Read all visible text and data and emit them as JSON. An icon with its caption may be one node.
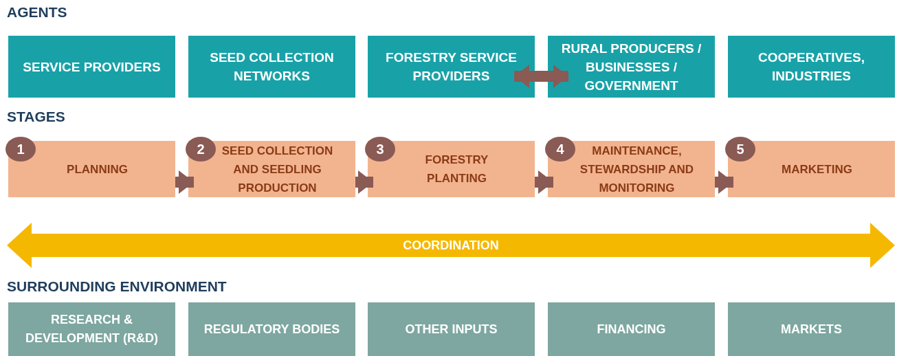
{
  "diagram": {
    "nodes": [
      {
        "text": [
          "SERVICE PROVIDERS"
        ]
      },
      {
        "text": [
          "SEED COLLECTION NETWORKS"
        ]
      },
      {
        "text": [
          "FORESTRY SERVICE PROVIDERS"
        ]
      },
      {
        "text": [
          "RURAL PRODUCERS / BUSINESSES / GOVERNMENT"
        ]
      },
      {
        "text": [
          "COOPERATIVES, INDUSTRIES"
        ]
      },
      {
        "text": [
          "1",
          "PLANNING"
        ]
      },
      {
        "text": [
          "2",
          "SEED COLLECTION AND SEEDLING PRODUCTION"
        ]
      },
      {
        "text": [
          "3",
          "FORESTRY PLANTING"
        ]
      },
      {
        "text": [
          "4",
          "MAINTENANCE, STEWARDSHIP AND MONITORING"
        ]
      },
      {
        "text": [
          "5",
          "MARKETING"
        ]
      },
      {
        "text": [
          "COORDINATION"
        ]
      },
      {
        "text": [
          "RESEARCH & DEVELOPMENT (R&D)"
        ]
      },
      {
        "text": [
          "REGULATORY BODIES"
        ]
      },
      {
        "text": [
          "OTHER INPUTS"
        ]
      },
      {
        "text": [
          "FINANCING"
        ]
      },
      {
        "text": [
          "MARKETS"
        ]
      }
    ],
    "edges": [
      {
        "from": 2,
        "to": 3,
        "arrow": "both"
      },
      {
        "from": 5,
        "to": 6,
        "arrow": "to"
      },
      {
        "from": 6,
        "to": 7,
        "arrow": "to"
      },
      {
        "from": 7,
        "to": 8,
        "arrow": "to"
      },
      {
        "from": 8,
        "to": 9,
        "arrow": "to"
      }
    ],
    "labels": [
      "AGENTS",
      "STAGES",
      "SURROUNDING ENVIRONMENT"
    ]
  }
}
